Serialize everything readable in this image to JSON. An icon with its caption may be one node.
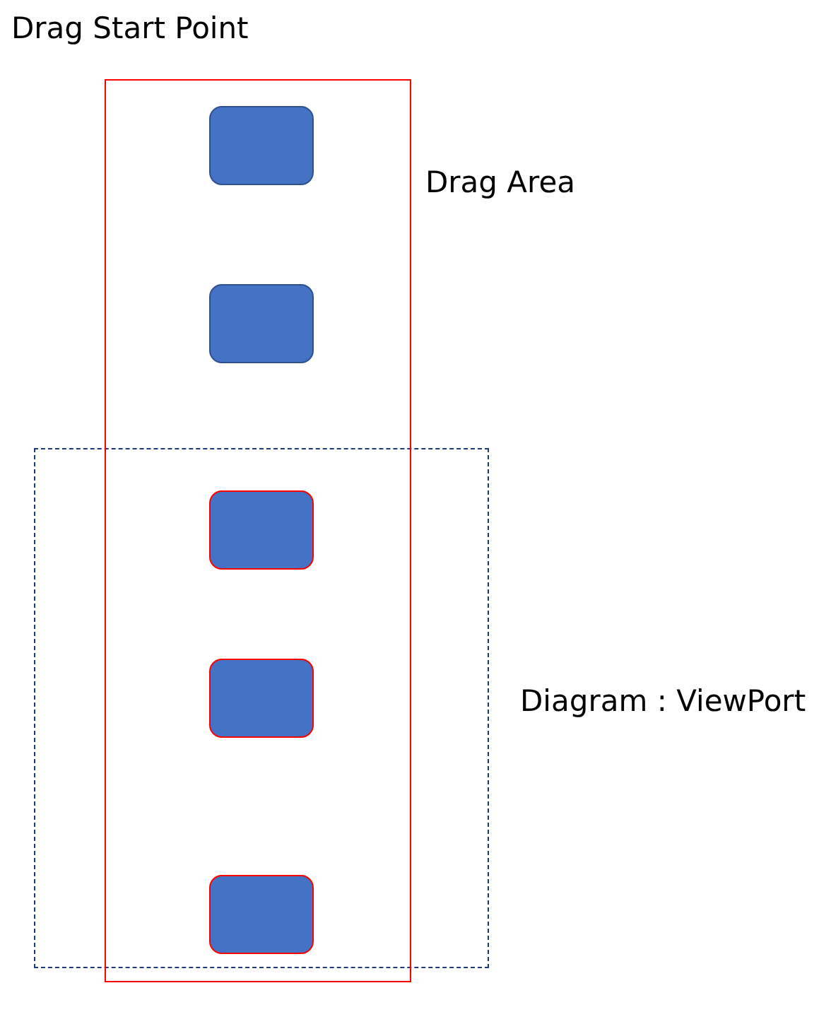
{
  "diagram": {
    "nodes": [
      {
        "text": [
          "Drag Area"
        ]
      },
      {
        "text": [],
        "shape": "box",
        "in": 0
      },
      {
        "text": [],
        "shape": "box",
        "in": 0
      },
      {
        "text": [
          "Diagram : ViewPort"
        ]
      },
      {
        "text": [],
        "shape": "box"
      },
      {
        "text": [],
        "shape": "box"
      },
      {
        "text": [],
        "shape": "box"
      }
    ],
    "labels": [
      "Drag Start Point"
    ]
  }
}
